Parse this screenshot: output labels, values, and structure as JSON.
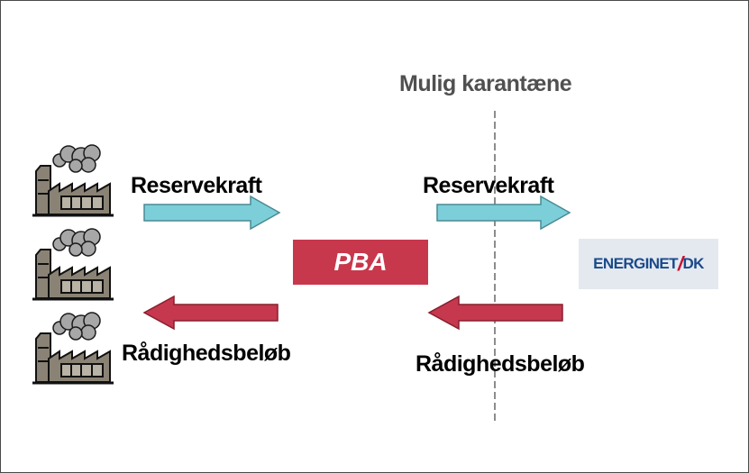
{
  "quarantine_label": "Mulig karantæne",
  "left_top_arrow_label": "Reservekraft",
  "left_bottom_arrow_label": "Rådighedsbeløb",
  "right_top_arrow_label": "Reservekraft",
  "right_bottom_arrow_label": "Rådighedsbeløb",
  "center_box_label": "PBA",
  "logo": {
    "part1": "ENERGINET",
    "slash": "/",
    "part2": "DK"
  },
  "colors": {
    "reserve_arrow": "#7ccfd8",
    "payment_arrow": "#c5384e",
    "pba_box": "#c8384c",
    "logo_dark": "#1a4a8a",
    "logo_red": "#c8102e",
    "factory": "#1a1a1a",
    "smoke": "#9a9a9a"
  }
}
